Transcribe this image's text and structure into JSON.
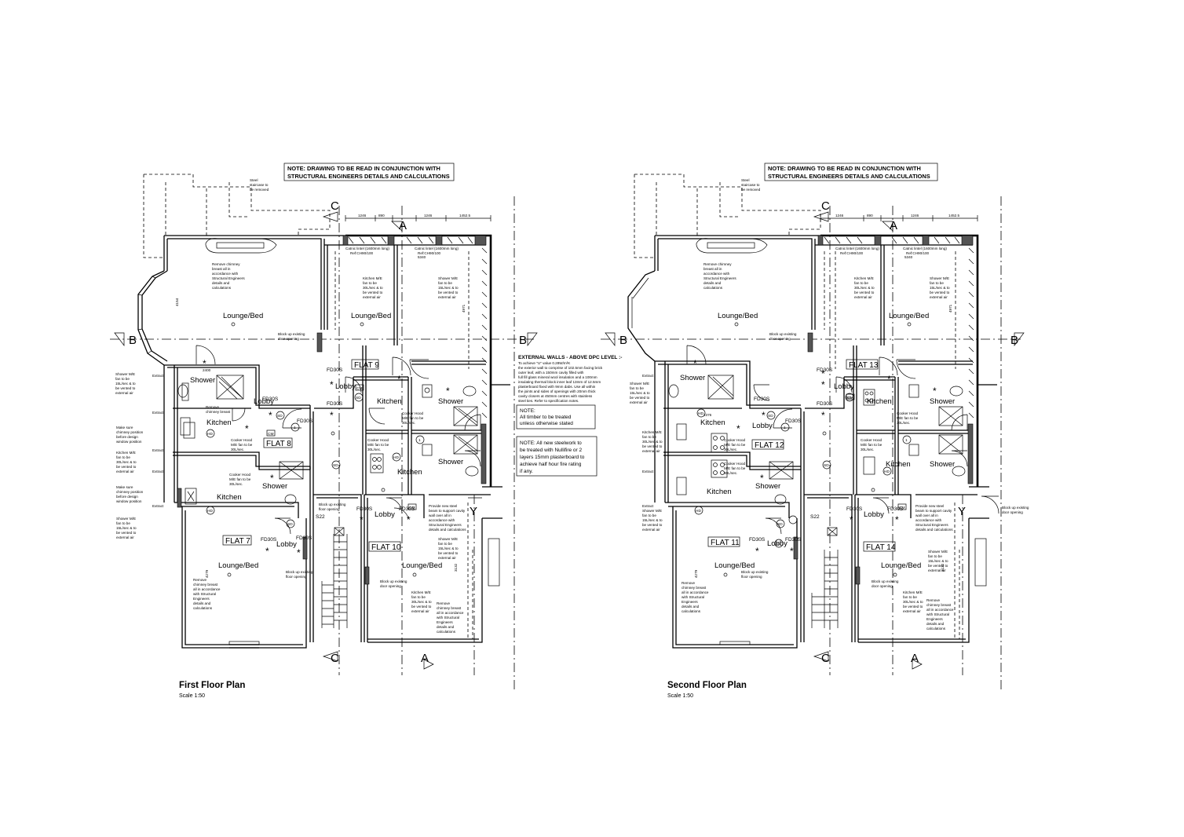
{
  "notes": {
    "conjunction_line1": "NOTE: DRAWING TO BE READ IN CONJUNCTION WITH",
    "conjunction_line2": "STRUCTURAL ENGINEERS DETAILS AND CALCULATIONS",
    "external_walls_title": "EXTERNAL WALLS - ABOVE DPC LEVEL :-",
    "timber_line1": "NOTE:",
    "timber_line2": "All timber to be treated",
    "timber_line3": "unless otherwise stated",
    "steel_line1": "NOTE: All new steelwork to",
    "steel_line2": "be treated with Nullifire or 2",
    "steel_line3": "layers 15mm plasterboard to",
    "steel_line4": "achieve half hour fire rating",
    "steel_line5": "if any."
  },
  "dims": [
    "1246",
    "890",
    "1246",
    "1452.5",
    "5340",
    "4154",
    "4971",
    "2400",
    "2376",
    "4279",
    "3132"
  ],
  "lintel": {
    "line1": "Catnic lintel (1600mm long)",
    "line2": "Ref:CH90/100"
  },
  "first_floor": {
    "title": "First Floor Plan",
    "scale": "Scale 1:50",
    "flats": [
      "FLAT 7",
      "FLAT 8",
      "FLAT 9",
      "FLAT 10"
    ]
  },
  "second_floor": {
    "title": "Second Floor Plan",
    "scale": "Scale 1:50",
    "flats": [
      "FLAT 11",
      "FLAT 12",
      "FLAT 13",
      "FLAT 14"
    ]
  },
  "rooms": {
    "lounge": "Lounge/Bed",
    "shower": "Shower",
    "kitchen": "Kitchen",
    "lobby": "Lobby"
  },
  "tags": {
    "fd": "FD30S",
    "sd": "SD",
    "hd": "HD",
    "cm": "CM",
    "s22": "S22",
    "one": "1"
  },
  "sections": {
    "a": "A",
    "b": "B",
    "c": "C",
    "y": "Y"
  }
}
